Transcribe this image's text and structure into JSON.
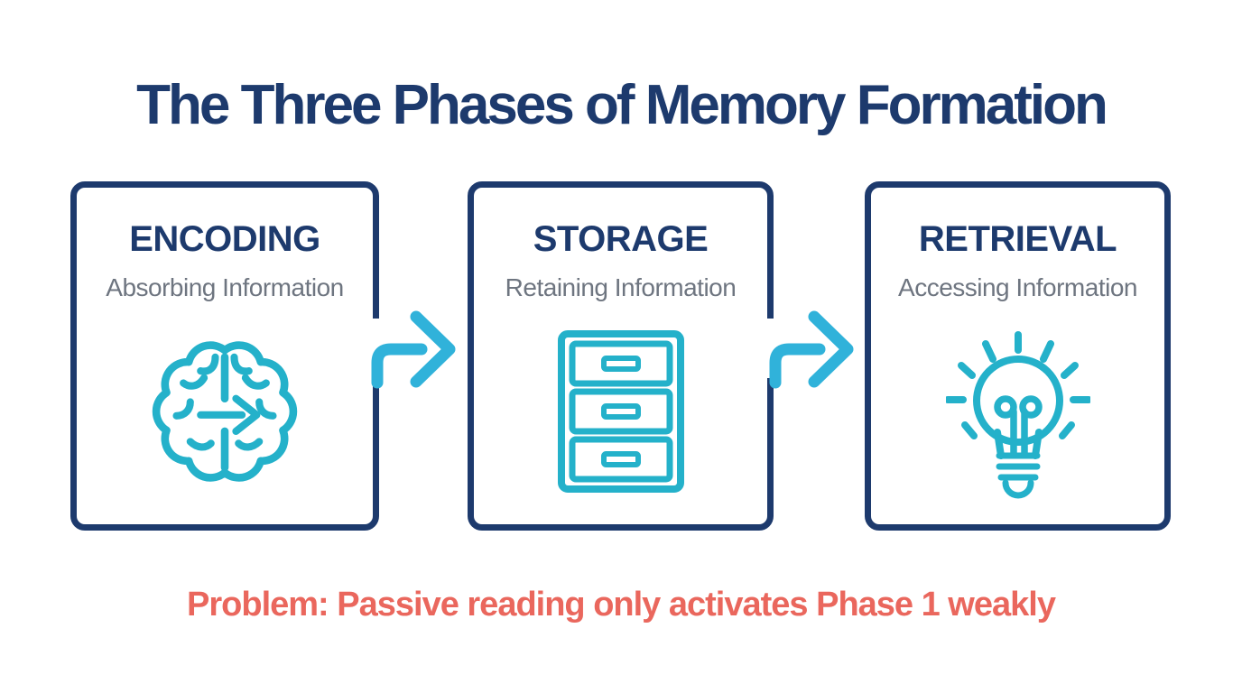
{
  "title": "The Three Phases of Memory Formation",
  "cards": [
    {
      "heading": "ENCODING",
      "subtitle": "Absorbing Information",
      "icon": "brain-icon"
    },
    {
      "heading": "STORAGE",
      "subtitle": "Retaining Information",
      "icon": "filing-cabinet-icon"
    },
    {
      "heading": "RETRIEVAL",
      "subtitle": "Accessing Information",
      "icon": "lightbulb-icon"
    }
  ],
  "connectors": [
    {
      "icon": "arrow-right-icon",
      "from": "ENCODING",
      "to": "STORAGE"
    },
    {
      "icon": "arrow-right-icon",
      "from": "STORAGE",
      "to": "RETRIEVAL"
    }
  ],
  "problem_text": "Problem: Passive reading only activates Phase 1 weakly",
  "colors": {
    "title_navy": "#1d3a6d",
    "card_border_navy": "#1d3a6d",
    "heading_navy": "#1d3a6d",
    "subtitle_gray": "#6e7580",
    "icon_cyan": "#24b1ca",
    "arrow_cyan": "#30b2da",
    "problem_red": "#ea675d",
    "background": "#ffffff"
  }
}
